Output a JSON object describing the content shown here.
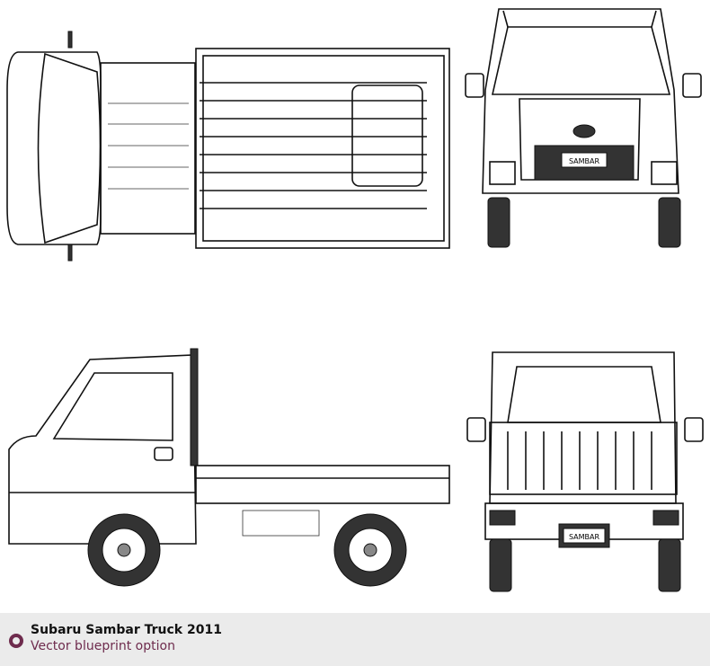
{
  "caption": {
    "title": "Subaru Sambar Truck 2011",
    "subtitle": "Vector blueprint option"
  },
  "blueprint": {
    "views": [
      "top",
      "front",
      "side",
      "rear"
    ],
    "plate_text": "SAMBAR"
  },
  "colors": {
    "accent": "#6e2b4d",
    "caption_bg": "#ebebeb"
  }
}
